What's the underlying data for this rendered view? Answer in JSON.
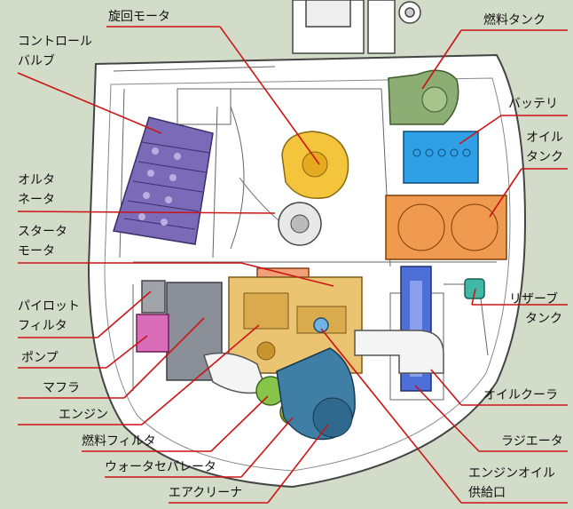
{
  "labels": {
    "control_valve_1": "コントロール",
    "control_valve_2": "バルブ",
    "swing_motor": "旋回モータ",
    "fuel_tank": "燃料タンク",
    "battery": "バッテリ",
    "oil_tank_1": "オイル",
    "oil_tank_2": "タンク",
    "alternator_1": "オルタ",
    "alternator_2": "ネータ",
    "starter_1": "スタータ",
    "starter_2": "モータ",
    "pilot_filter_1": "パイロット",
    "pilot_filter_2": "フィルタ",
    "pump": "ポンプ",
    "muffler": "マフラ",
    "engine": "エンジン",
    "fuel_filter": "燃料フィルタ",
    "water_separator": "ウォータセパレータ",
    "air_cleaner": "エアクリーナ",
    "reserve_tank_1": "リザーブ",
    "reserve_tank_2": "タンク",
    "oil_cooler": "オイルクーラ",
    "radiator": "ラジエータ",
    "engine_oil_1": "エンジンオイル",
    "engine_oil_2": "供給口"
  },
  "colors": {
    "background": "#d3dcc8",
    "leader": "#cc1414",
    "control_valve": "#7a6ab8",
    "swing_motor": "#f3c43c",
    "fuel_tank": "#8cae74",
    "battery": "#2f9fe6",
    "oil_tank": "#ef9a4e",
    "engine": "#ebc472",
    "air_cleaner": "#3f7fa6",
    "pump": "#d86cb8",
    "reserve_tank": "#40b8a8"
  }
}
